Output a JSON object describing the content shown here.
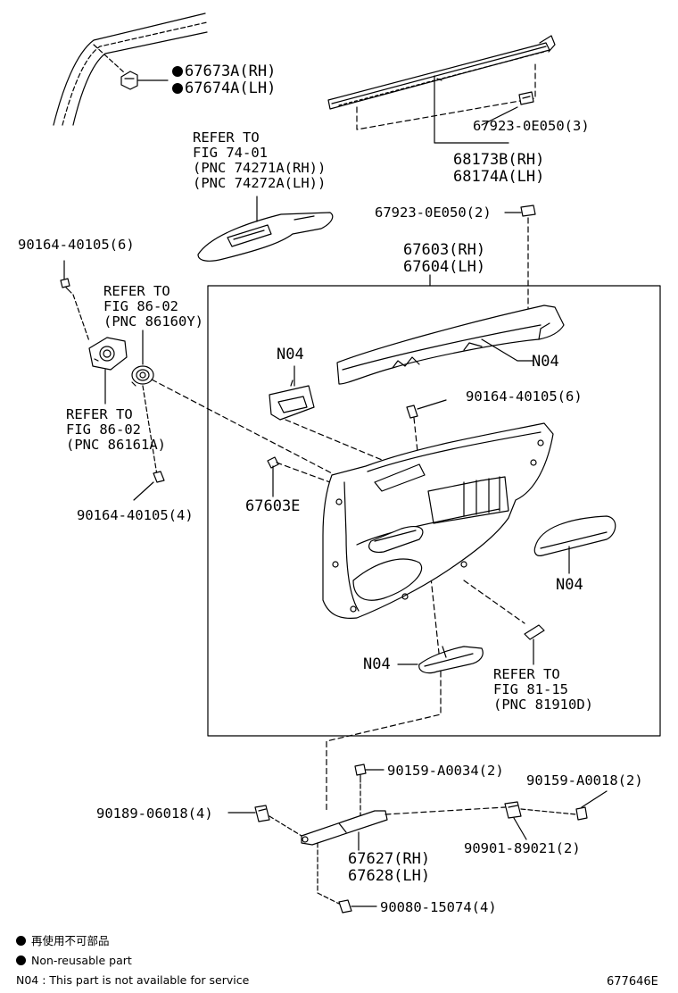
{
  "labels": {
    "p67673a": "67673A(RH)",
    "p67674a": "67674A(LH)",
    "p67923_3": "67923-0E050(3)",
    "p68173b": "68173B(RH)",
    "p68174a": "68174A(LH)",
    "ref74_1": "REFER TO",
    "ref74_2": "FIG 74-01",
    "ref74_3": "(PNC 74271A(RH))",
    "ref74_4": "(PNC 74272A(LH))",
    "p67923_2": "67923-0E050(2)",
    "p90164_6a": "90164-40105(6)",
    "p67603": "67603(RH)",
    "p67604": "67604(LH)",
    "ref86a_1": "REFER TO",
    "ref86a_2": "FIG 86-02",
    "ref86a_3": "(PNC 86160Y)",
    "n04_a": "N04",
    "n04_b": "N04",
    "p90164_6b": "90164-40105(6)",
    "ref86b_1": "REFER TO",
    "ref86b_2": "FIG 86-02",
    "ref86b_3": "(PNC 86161A)",
    "p67603e": "67603E",
    "p90164_4": "90164-40105(4)",
    "n04_c": "N04",
    "n04_d": "N04",
    "ref81_1": "REFER TO",
    "ref81_2": "FIG 81-15",
    "ref81_3": "(PNC 81910D)",
    "p90159_a0034": "90159-A0034(2)",
    "p90159_a0018": "90159-A0018(2)",
    "p90189": "90189-06018(4)",
    "p90901": "90901-89021(2)",
    "p67627": "67627(RH)",
    "p67628": "67628(LH)",
    "p90080": "90080-15074(4)"
  },
  "legend": {
    "jp": "再使用不可部品",
    "non_reusable": "Non-reusable part",
    "n04_note": "N04 : This part is not available for service"
  },
  "figure_id": "677646E"
}
